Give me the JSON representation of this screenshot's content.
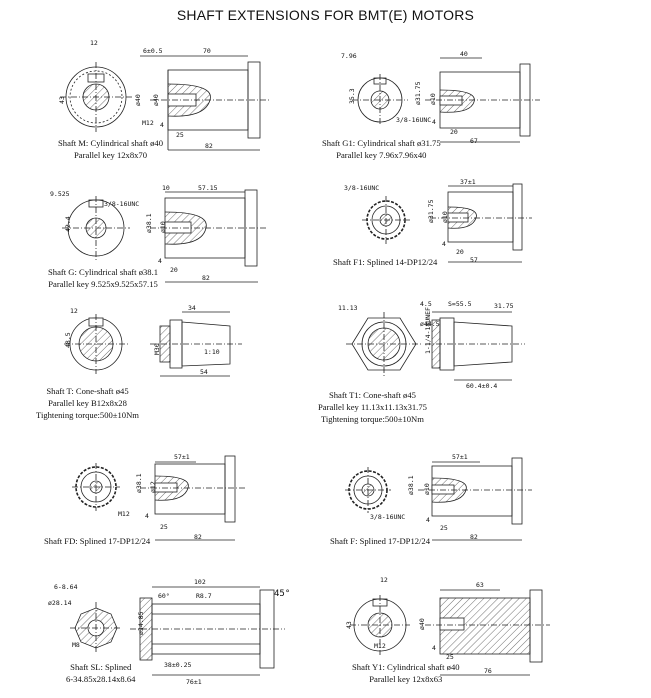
{
  "title": "SHAFT EXTENSIONS FOR BMT(E) MOTORS",
  "shafts": [
    {
      "caption": [
        "Shaft M: Cylindrical shaft ø40",
        "Parallel key 12x8x70"
      ],
      "dims": {
        "key": "12",
        "off": "6±0.5",
        "len": "70",
        "dia": "43",
        "d2": "ø40",
        "d3": "ø40",
        "m": "M12",
        "a": "4",
        "b": "25",
        "total": "82"
      }
    },
    {
      "caption": [
        "Shaft G1: Cylindrical shaft ø31.75",
        "Parallel key 7.96x7.96x40"
      ],
      "dims": {
        "key": "7.96",
        "len": "40",
        "dia": "35.3",
        "d2": "ø31.75",
        "d3": "ø10",
        "m": "3/8-16UNC",
        "a": "4",
        "b": "20",
        "total": "67"
      }
    },
    {
      "caption": [
        "Shaft G: Cylindrical shaft ø38.1",
        "Parallel key 9.525x9.525x57.15"
      ],
      "dims": {
        "key": "9.525",
        "thread": "3/8-16UNC",
        "off": "10",
        "len": "57.15",
        "dia": "42.4",
        "d2": "ø38.1",
        "d3": "ø10",
        "a": "4",
        "b": "20",
        "total": "82"
      }
    },
    {
      "caption": [
        "Shaft F1: Splined 14-DP12/24"
      ],
      "dims": {
        "len": "37±1",
        "d2": "ø31.75",
        "d3": "ø10",
        "m": "3/8-16UNC",
        "a": "4",
        "b": "20",
        "total": "57"
      }
    },
    {
      "caption": [
        "Shaft T: Cone-shaft ø45",
        "Parallel key B12x8x28",
        "Tightening torque:500±10Nm"
      ],
      "dims": {
        "key": "12",
        "dia": "48.5",
        "thread": "M30",
        "ta": "34",
        "cone": "1:10",
        "tb": "54"
      }
    },
    {
      "caption": [
        "Shaft T1: Cone-shaft ø45",
        "Parallel key 11.13x11.13x31.75",
        "Tightening torque:500±10Nm"
      ],
      "dims": {
        "key": "11.13",
        "a": "4.5",
        "b": "S=55.5",
        "c": "31.75",
        "thread": "1-1/4-18UNEF",
        "d2": "ø44.5",
        "total": "60.4±0.4"
      }
    },
    {
      "caption": [
        "Shaft FD: Splined 17-DP12/24"
      ],
      "dims": {
        "len": "57±1",
        "d2": "ø38.1",
        "d3": "ø12",
        "m": "M12",
        "a": "4",
        "b": "25",
        "total": "82"
      }
    },
    {
      "caption": [
        "Shaft F: Splined 17-DP12/24"
      ],
      "dims": {
        "len": "57±1",
        "d2": "ø38.1",
        "d3": "ø10",
        "m": "3/8-16UNC",
        "a": "4",
        "b": "25",
        "total": "82"
      }
    },
    {
      "caption": [
        "Shaft SL: Splined",
        "6-34.85x28.14x8.64"
      ],
      "dims": {
        "a": "6-8.64",
        "b": "ø28.14",
        "len": "102",
        "deg": "60°",
        "c": "R8.7",
        "angle": "45°",
        "d2": "ø34.85",
        "m": "M8",
        "d": "38±0.25",
        "total": "76±1"
      }
    },
    {
      "caption": [
        "Shaft Y1: Cylindrical shaft ø40",
        "Parallel key 12x8x63"
      ],
      "dims": {
        "key": "12",
        "len": "63",
        "dia": "43",
        "d2": "ø40",
        "m": "M12",
        "a": "4",
        "b": "25",
        "total": "76"
      }
    }
  ]
}
